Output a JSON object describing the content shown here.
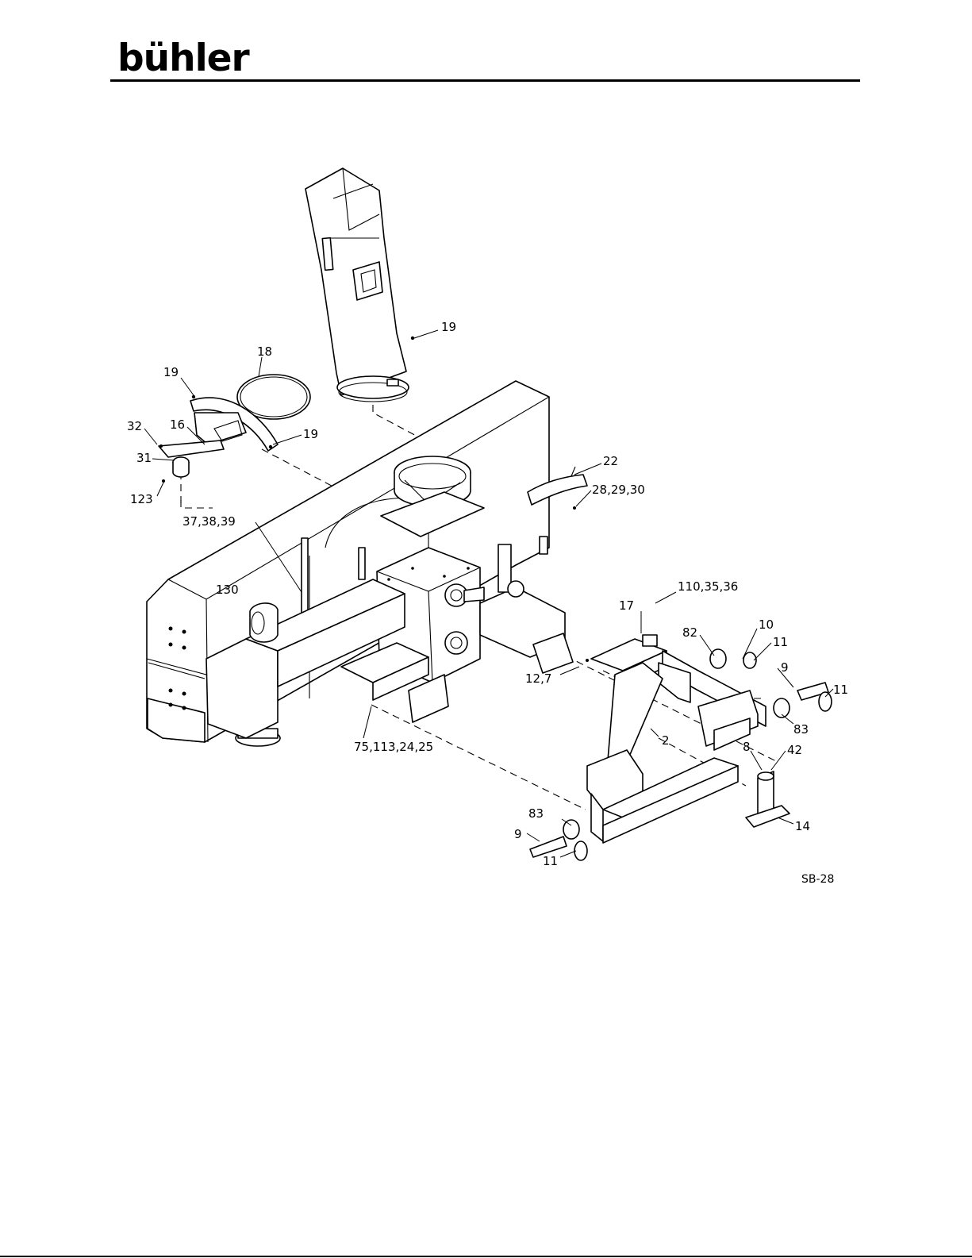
{
  "brand": {
    "logo_text": "bühler"
  },
  "figure": {
    "drawing_code": "SB-28",
    "callouts": [
      {
        "id": "c-19a",
        "text": "19"
      },
      {
        "id": "c-18",
        "text": "18"
      },
      {
        "id": "c-19b",
        "text": "19"
      },
      {
        "id": "c-32",
        "text": "32"
      },
      {
        "id": "c-16",
        "text": "16"
      },
      {
        "id": "c-31",
        "text": "31"
      },
      {
        "id": "c-19c",
        "text": "19"
      },
      {
        "id": "c-123",
        "text": "123"
      },
      {
        "id": "c-22",
        "text": "22"
      },
      {
        "id": "c-28-29-30",
        "text": "28,29,30"
      },
      {
        "id": "c-37-38-39",
        "text": "37,38,39"
      },
      {
        "id": "c-130",
        "text": "130"
      },
      {
        "id": "c-17",
        "text": "17"
      },
      {
        "id": "c-110-35-36",
        "text": "110,35,36"
      },
      {
        "id": "c-10",
        "text": "10"
      },
      {
        "id": "c-82",
        "text": "82"
      },
      {
        "id": "c-11a",
        "text": "11"
      },
      {
        "id": "c-9a",
        "text": "9"
      },
      {
        "id": "c-11b",
        "text": "11"
      },
      {
        "id": "c-12-7",
        "text": "12,7"
      },
      {
        "id": "c-83a",
        "text": "83"
      },
      {
        "id": "c-75-113-24-25",
        "text": "75,113,24,25"
      },
      {
        "id": "c-2",
        "text": "2"
      },
      {
        "id": "c-8",
        "text": "8"
      },
      {
        "id": "c-42",
        "text": "42"
      },
      {
        "id": "c-83b",
        "text": "83"
      },
      {
        "id": "c-9b",
        "text": "9"
      },
      {
        "id": "c-14",
        "text": "14"
      },
      {
        "id": "c-11c",
        "text": "11"
      }
    ]
  }
}
